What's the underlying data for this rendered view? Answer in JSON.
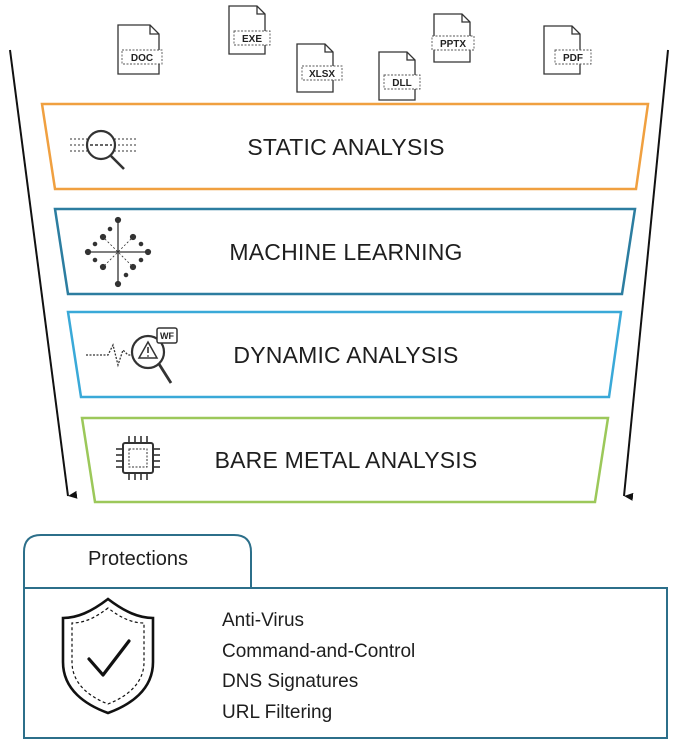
{
  "file_types": [
    "DOC",
    "EXE",
    "XLSX",
    "DLL",
    "PPTX",
    "PDF"
  ],
  "layers": [
    {
      "label": "STATIC ANALYSIS",
      "icon": "magnifier-icon",
      "color": "#f0a040"
    },
    {
      "label": "MACHINE LEARNING",
      "icon": "neural-network-icon",
      "color": "#2c7da0"
    },
    {
      "label": "DYNAMIC ANALYSIS",
      "icon": "wildfire-analysis-icon",
      "color": "#3aa9d8"
    },
    {
      "label": "BARE METAL ANALYSIS",
      "icon": "chip-icon",
      "color": "#9cc85a"
    }
  ],
  "protections": {
    "tab_label": "Protections",
    "items": [
      "Anti-Virus",
      "Command-and-Control",
      "DNS Signatures",
      "URL Filtering"
    ],
    "border_color": "#2c6f8a",
    "wf_badge": "WF"
  }
}
